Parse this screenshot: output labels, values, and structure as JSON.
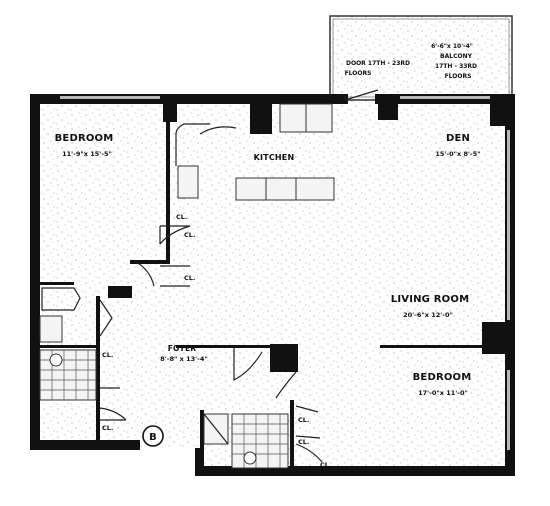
{
  "rooms": {
    "bedroom1": {
      "name": "BEDROOM",
      "dims": "11'-9\"x 15'-5\""
    },
    "kitchen": {
      "name": "KITCHEN"
    },
    "den": {
      "name": "DEN",
      "dims": "15'-0\"x 8'-5\""
    },
    "living_room": {
      "name": "LIVING ROOM",
      "dims": "20'-6\"x 12'-0\""
    },
    "foyer": {
      "name": "FOYER",
      "dims": "8'-8\" x 13'-4\""
    },
    "bedroom2": {
      "name": "BEDROOM",
      "dims": "17'-0\"x 11'-0\""
    }
  },
  "balcony": {
    "dims": "6'-6\"x 10'-4\"",
    "name": "BALCONY",
    "floors_line1": "17TH - 33RD",
    "floors_line2": "FLOORS"
  },
  "door_note": {
    "line1": "DOOR 17TH - 23RD",
    "line2": "FLOORS"
  },
  "closets": {
    "label": "CL."
  },
  "entry_marker": {
    "label": "B"
  },
  "texture": {
    "speckle_color": "#9a9a9a",
    "wall_color": "#111111"
  }
}
